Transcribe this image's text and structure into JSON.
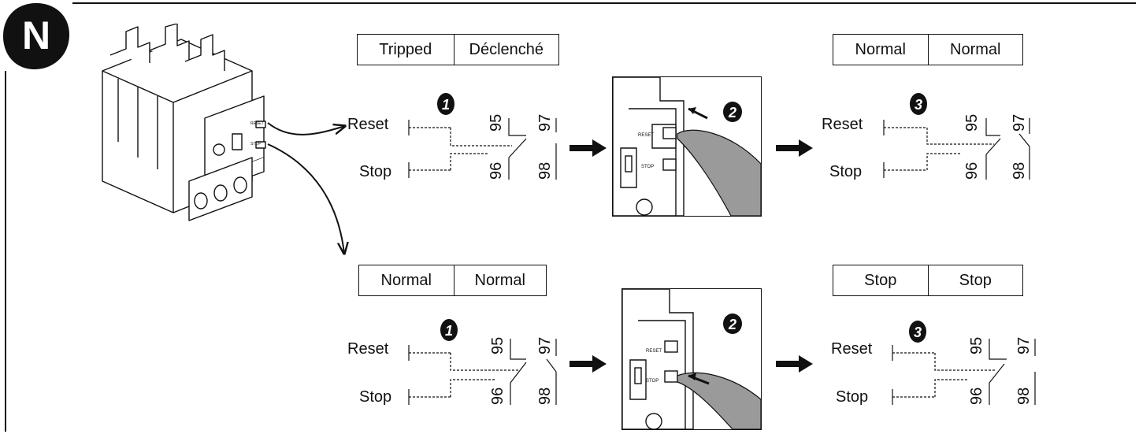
{
  "badge": {
    "letter": "N"
  },
  "rows": [
    {
      "state_before": [
        "Tripped",
        "Déclenché"
      ],
      "state_after": [
        "Normal",
        "Normal"
      ],
      "step1": "1",
      "step2": "2",
      "step3": "3",
      "labels": {
        "reset": "Reset",
        "stop": "Stop"
      },
      "contacts_before": [
        "95",
        "96",
        "97",
        "98"
      ],
      "contacts_after": [
        "95",
        "96",
        "97",
        "98"
      ],
      "pressed_button": "RESET"
    },
    {
      "state_before": [
        "Normal",
        "Normal"
      ],
      "state_after": [
        "Stop",
        "Stop"
      ],
      "step1": "1",
      "step2": "2",
      "step3": "3",
      "labels": {
        "reset": "Reset",
        "stop": "Stop"
      },
      "contacts_before": [
        "95",
        "96",
        "97",
        "98"
      ],
      "contacts_after": [
        "95",
        "96",
        "97",
        "98"
      ],
      "pressed_button": "STOP"
    }
  ],
  "relay_labels": {
    "reset": "RESET",
    "stop": "STOP"
  },
  "colors": {
    "ink": "#111111",
    "finger": "#9a9a9a",
    "device": "#ffffff"
  }
}
